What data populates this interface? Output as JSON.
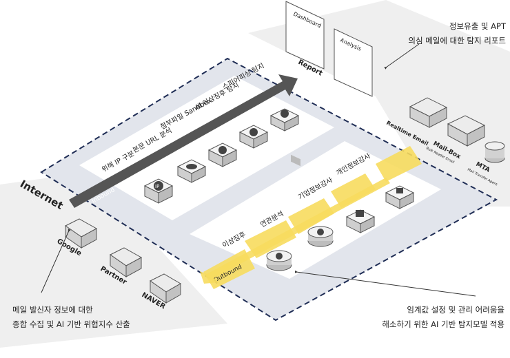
{
  "internet": {
    "title": "Internet",
    "senders": [
      {
        "label": "Google",
        "icon": "envelope-icon"
      },
      {
        "label": "Partner",
        "icon": "envelope-icon"
      },
      {
        "label": "NAVER",
        "icon": "envelope-icon"
      }
    ]
  },
  "flows": {
    "inbound": "Inbound",
    "outbound": "Outbound"
  },
  "inbound_steps": [
    {
      "label": "위해 IP 구분",
      "icon": "ip-icon"
    },
    {
      "label": "본문 URL 분석",
      "icon": "url-icon"
    },
    {
      "label": "첨부파일 Sandbox",
      "icon": "sandbox-icon"
    },
    {
      "label": "AI 이상징후 탐지",
      "icon": "ai-icon"
    },
    {
      "label": "스피어피싱 탐지",
      "icon": "phishing-icon"
    }
  ],
  "outbound_steps": [
    {
      "label": "이상징후",
      "icon": "anomaly-icon"
    },
    {
      "label": "연관분석",
      "icon": "search-icon"
    },
    {
      "label": "기업정보감사",
      "icon": "document-icon"
    },
    {
      "label": "개인정보감사",
      "icon": "lock-icon"
    }
  ],
  "report": {
    "title": "Report",
    "docs": [
      {
        "label": "Dashboard",
        "icon": "dashboard-icon"
      },
      {
        "label": "Analysis",
        "icon": "analysis-icon"
      }
    ]
  },
  "servers": [
    {
      "label": "Realtime Email",
      "sublabel": "",
      "icon": "envelope-icon"
    },
    {
      "label": "Mail-Box",
      "sublabel": "Bulk Reader Email",
      "icon": "mailbox-icon"
    },
    {
      "label": "MTA",
      "sublabel": "Mail Transfer Agent",
      "icon": "database-icon"
    }
  ],
  "callouts": {
    "top": [
      "정보유출 및 APT",
      "의심 메일에 대한 탐지 리포트"
    ],
    "left": [
      "메일 발신자 정보에 대한",
      "종합 수집 및 AI 기반 위협지수 산출"
    ],
    "right": [
      "임계값 설정 및 관리 어려움을",
      "해소하기  위한 AI 기반 탐지모델 적용"
    ]
  },
  "colors": {
    "platform": "#e6e8ee",
    "dash": "#1f2d55",
    "panel": "#ffffff",
    "arrow": "#555555",
    "highlight": "#f7dc5e",
    "ground": "#efefef"
  }
}
